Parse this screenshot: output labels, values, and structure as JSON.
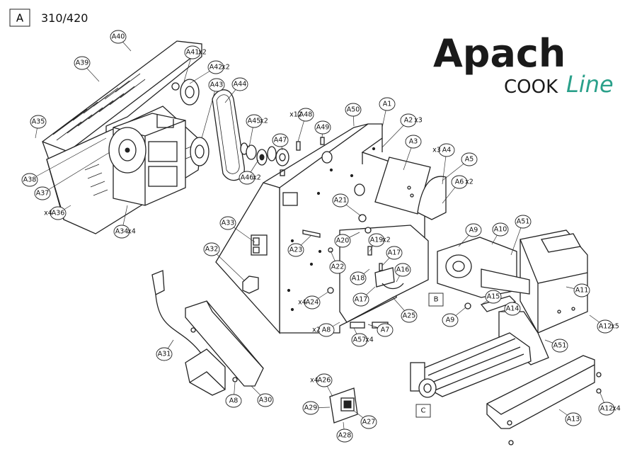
{
  "header": {
    "view_letter": "A",
    "model": "310/420"
  },
  "brand": {
    "name": "Apach",
    "line_prefix": "COOK",
    "line_script": "Line",
    "accent": "#2aa08a",
    "ink": "#1a1a1a"
  },
  "views": [
    "B",
    "C"
  ],
  "parts": [
    {
      "id": "A1"
    },
    {
      "id": "A2",
      "qty": "x3"
    },
    {
      "id": "A3"
    },
    {
      "id": "A4",
      "qty": "x3"
    },
    {
      "id": "A5"
    },
    {
      "id": "A6",
      "qty": "x2"
    },
    {
      "id": "A7"
    },
    {
      "id": "A8",
      "qty": "x2"
    },
    {
      "id": "A8"
    },
    {
      "id": "A9"
    },
    {
      "id": "A9"
    },
    {
      "id": "A10"
    },
    {
      "id": "A11"
    },
    {
      "id": "A12",
      "qty": "x5"
    },
    {
      "id": "A12",
      "qty": "x4"
    },
    {
      "id": "A13"
    },
    {
      "id": "A14"
    },
    {
      "id": "A15"
    },
    {
      "id": "A16"
    },
    {
      "id": "A17"
    },
    {
      "id": "A17"
    },
    {
      "id": "A18"
    },
    {
      "id": "A19",
      "qty": "x2"
    },
    {
      "id": "A20"
    },
    {
      "id": "A21"
    },
    {
      "id": "A22"
    },
    {
      "id": "A23"
    },
    {
      "id": "A24",
      "qty": "x4"
    },
    {
      "id": "A25"
    },
    {
      "id": "A26",
      "qty": "x4"
    },
    {
      "id": "A27"
    },
    {
      "id": "A28"
    },
    {
      "id": "A29"
    },
    {
      "id": "A30"
    },
    {
      "id": "A31"
    },
    {
      "id": "A32"
    },
    {
      "id": "A33"
    },
    {
      "id": "A34",
      "qty": "x4"
    },
    {
      "id": "A35"
    },
    {
      "id": "A36",
      "qty": "x4"
    },
    {
      "id": "A37"
    },
    {
      "id": "A38"
    },
    {
      "id": "A39"
    },
    {
      "id": "A40"
    },
    {
      "id": "A41",
      "qty": "x2"
    },
    {
      "id": "A42",
      "qty": "x2"
    },
    {
      "id": "A43"
    },
    {
      "id": "A44"
    },
    {
      "id": "A45",
      "qty": "x2"
    },
    {
      "id": "A46",
      "qty": "x2"
    },
    {
      "id": "A47"
    },
    {
      "id": "A48",
      "qty": "x12"
    },
    {
      "id": "A49"
    },
    {
      "id": "A50"
    },
    {
      "id": "A51"
    },
    {
      "id": "A51"
    },
    {
      "id": "A57",
      "qty": "x4"
    }
  ]
}
